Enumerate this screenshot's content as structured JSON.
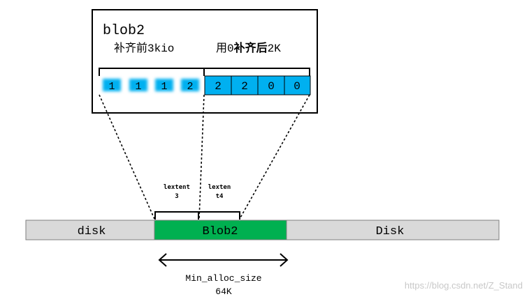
{
  "blob_box": {
    "title": "blob2",
    "before_label": "补齐前3kio",
    "after_label_prefix": "用0",
    "after_label_bold": "补齐后",
    "after_label_suffix": "2K",
    "blurred_cells": [
      "1",
      "1",
      "1",
      "2"
    ],
    "filled_cells": [
      "2",
      "2",
      "0",
      "0"
    ],
    "cell_color": "#00b0f0"
  },
  "extents": {
    "left_label_line1": "lextent",
    "left_label_line2": "3",
    "right_label_line1": "lexten",
    "right_label_line2": "t4"
  },
  "disk_bar": {
    "left_label": "disk",
    "middle_label": "Blob2",
    "right_label": "Disk",
    "gray_color": "#d9d9d9",
    "green_color": "#00b050"
  },
  "alloc": {
    "label": "Min_alloc_size",
    "size": "64K"
  },
  "watermark": "https://blog.csdn.net/Z_Stand"
}
